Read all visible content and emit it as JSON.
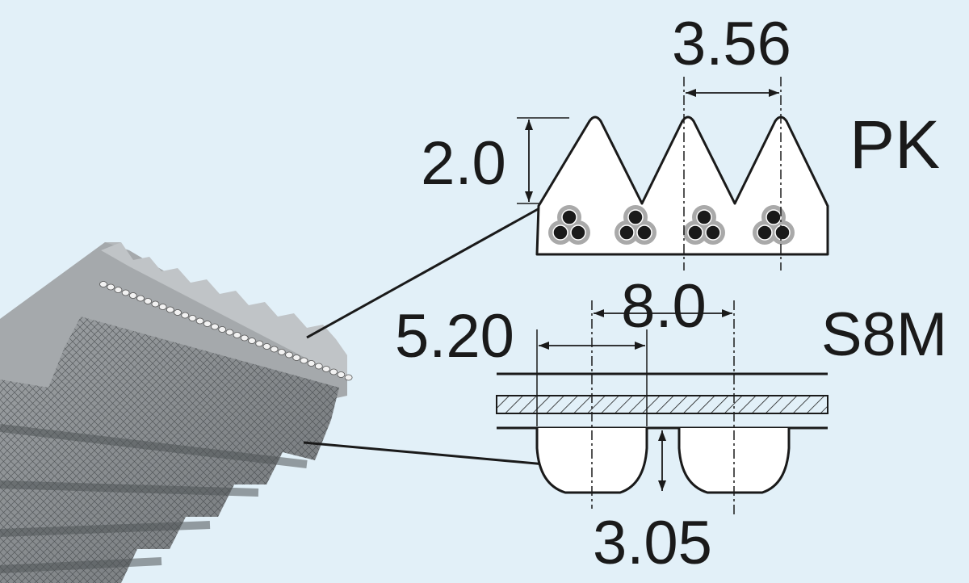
{
  "colors": {
    "background": "#e2f0f8",
    "belt_face": "#8f9397",
    "belt_top": "#b4b8bb",
    "belt_dark": "#55595c",
    "profile_fill": "#ffffff",
    "line": "#1a1a1a",
    "cord_halo": "#a9a9a9"
  },
  "pk": {
    "name": "PK",
    "pitch_label": "3.56",
    "height_label": "2.0"
  },
  "s8m": {
    "name": "S8M",
    "pitch_label": "8.0",
    "tooth_width_label": "5.20",
    "tooth_height_label": "3.05"
  },
  "icons": [
    "belt-illustration-icon",
    "pk-profile-icon",
    "s8m-profile-icon"
  ]
}
